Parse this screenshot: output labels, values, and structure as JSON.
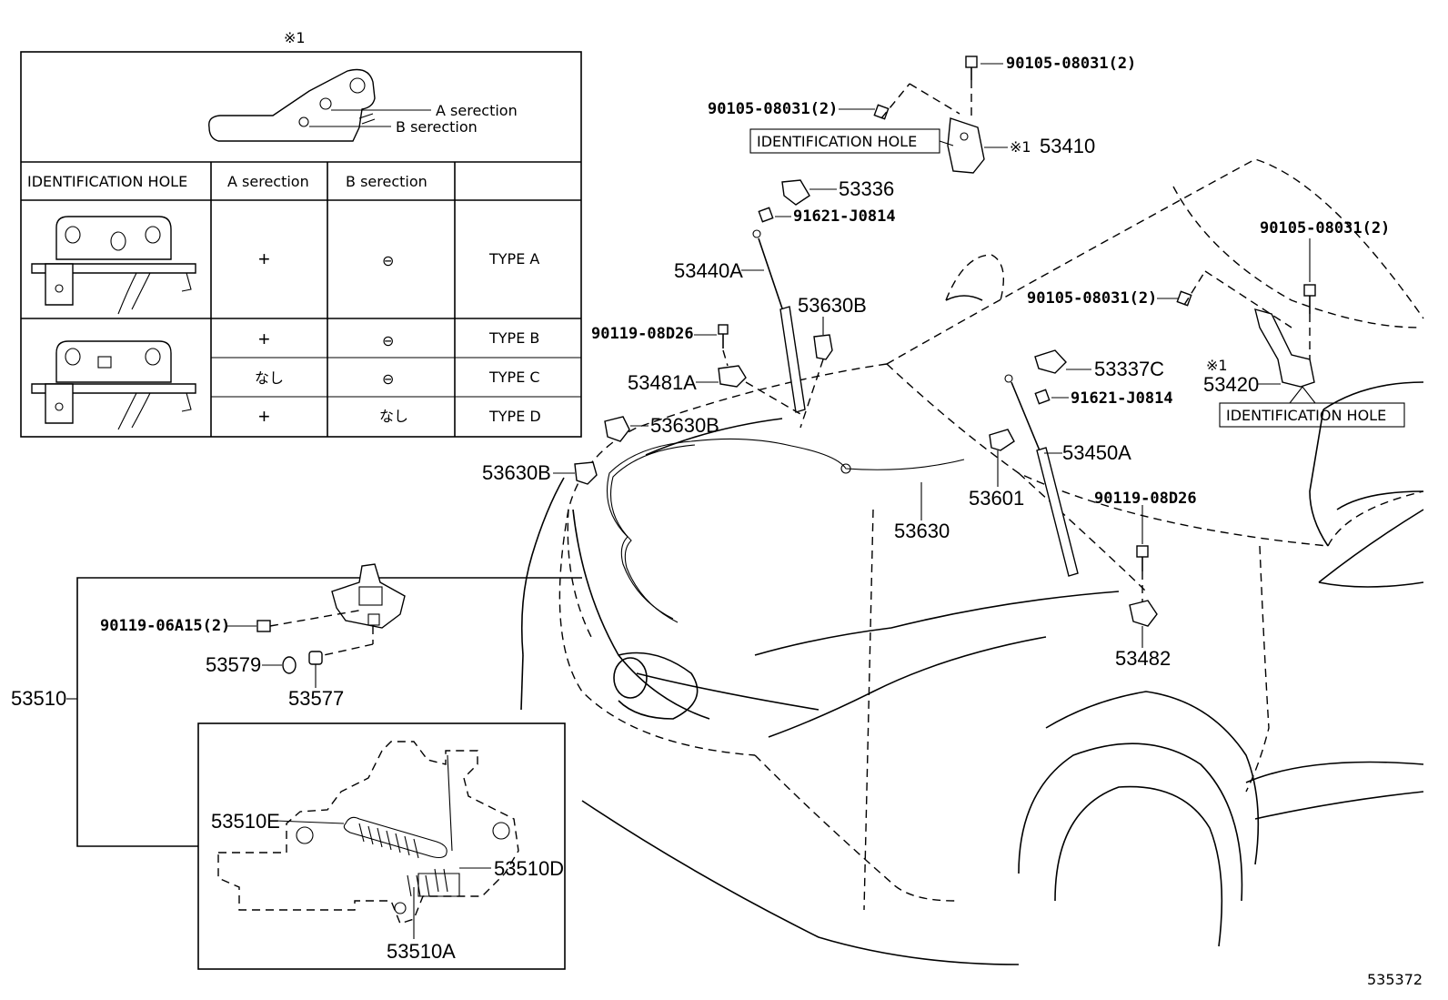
{
  "note_mark": "※1",
  "top_diagram": {
    "a_label": "A serection",
    "b_label": "B serection"
  },
  "table": {
    "headers": [
      "IDENTIFICATION HOLE",
      "A serection",
      "B serection",
      ""
    ],
    "rows": [
      {
        "a": "+",
        "b": "⊖",
        "type": "TYPE A"
      },
      {
        "a": "+",
        "b": "⊖",
        "type": "TYPE B"
      },
      {
        "a": "なし",
        "b": "⊖",
        "type": "TYPE C"
      },
      {
        "a": "+",
        "b": "なし",
        "type": "TYPE D"
      }
    ]
  },
  "callouts": {
    "p_90105_top": "90105-08031(2)",
    "p_90105_left": "90105-08031(2)",
    "ident_hole_1": "IDENTIFICATION HOLE",
    "mark_53410": "※1",
    "p_53410": "53410",
    "p_53336": "53336",
    "p_91621_a": "91621-J0814",
    "p_53440A": "53440A",
    "p_53630B_top": "53630B",
    "p_90119_08D26_a": "90119-08D26",
    "p_53481A": "53481A",
    "p_53630B_mid": "53630B",
    "p_53630B_left": "53630B",
    "p_53630": "53630",
    "p_53601": "53601",
    "p_53450A": "53450A",
    "p_90105_right_top": "90105-08031(2)",
    "p_90105_right_left": "90105-08031(2)",
    "p_53337C": "53337C",
    "p_91621_b": "91621-J0814",
    "mark_53420": "※1",
    "p_53420": "53420",
    "ident_hole_2": "IDENTIFICATION HOLE",
    "p_90119_08D26_b": "90119-08D26",
    "p_53482": "53482",
    "p_90119_06A15": "90119-06A15(2)",
    "p_53579": "53579",
    "p_53577": "53577",
    "p_53510": "53510",
    "p_53510E": "53510E",
    "p_53510D": "53510D",
    "p_53510A": "53510A",
    "diagram_number": "535372"
  }
}
